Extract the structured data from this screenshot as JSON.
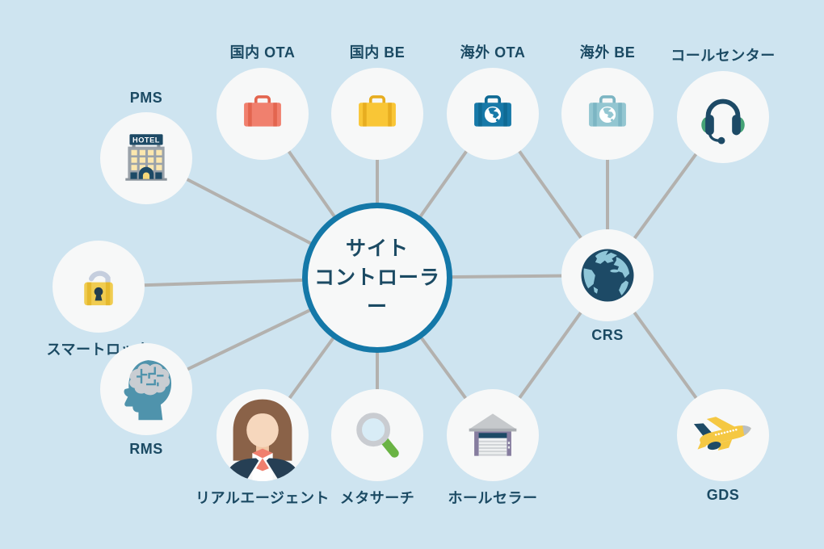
{
  "diagram": {
    "center": {
      "label_line1": "サイト",
      "label_line2": "コントローラー"
    },
    "nodes": [
      {
        "id": "pms",
        "label": "PMS",
        "icon": "hotel-icon"
      },
      {
        "id": "kokunai_ota",
        "label": "国内 OTA",
        "icon": "suitcase-red-icon"
      },
      {
        "id": "kokunai_be",
        "label": "国内 BE",
        "icon": "suitcase-yellow-icon"
      },
      {
        "id": "kaigai_ota",
        "label": "海外 OTA",
        "icon": "suitcase-globe-blue-icon"
      },
      {
        "id": "kaigai_be",
        "label": "海外 BE",
        "icon": "suitcase-globe-lightblue-icon"
      },
      {
        "id": "call_center",
        "label": "コールセンター",
        "icon": "headset-icon"
      },
      {
        "id": "smart_lock",
        "label": "スマートロック",
        "icon": "padlock-icon"
      },
      {
        "id": "crs",
        "label": "CRS",
        "icon": "globe-icon"
      },
      {
        "id": "rms",
        "label": "RMS",
        "icon": "brain-head-icon"
      },
      {
        "id": "real_agent",
        "label": "リアルエージェント",
        "icon": "agent-woman-icon"
      },
      {
        "id": "metasearch",
        "label": "メタサーチ",
        "icon": "magnifier-icon"
      },
      {
        "id": "wholesaler",
        "label": "ホールセラー",
        "icon": "warehouse-icon"
      },
      {
        "id": "gds",
        "label": "GDS",
        "icon": "airplane-icon"
      }
    ],
    "edges": [
      [
        "center",
        "pms"
      ],
      [
        "center",
        "kokunai_ota"
      ],
      [
        "center",
        "kokunai_be"
      ],
      [
        "center",
        "kaigai_ota"
      ],
      [
        "center",
        "smart_lock"
      ],
      [
        "center",
        "rms"
      ],
      [
        "center",
        "real_agent"
      ],
      [
        "center",
        "metasearch"
      ],
      [
        "center",
        "wholesaler"
      ],
      [
        "center",
        "crs"
      ],
      [
        "crs",
        "kaigai_ota"
      ],
      [
        "crs",
        "kaigai_be"
      ],
      [
        "crs",
        "call_center"
      ],
      [
        "crs",
        "wholesaler"
      ],
      [
        "crs",
        "gds"
      ]
    ],
    "colors": {
      "background": "#cee4f0",
      "node_fill": "#f7f8f8",
      "line": "#b3b1ae",
      "center_border": "#1478a8",
      "text": "#1b4a63"
    }
  }
}
